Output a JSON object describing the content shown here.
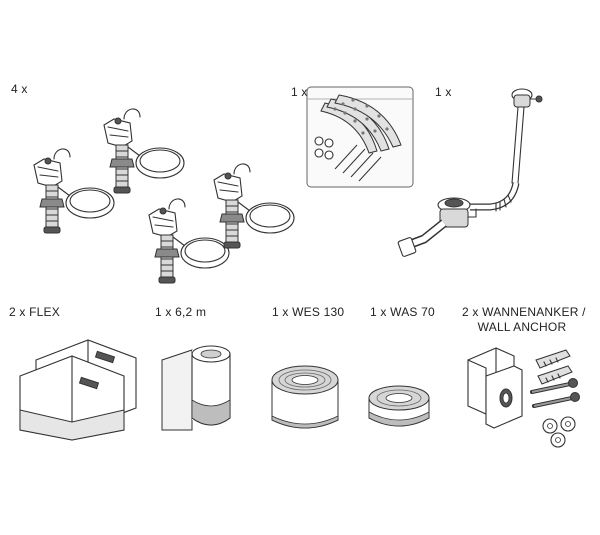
{
  "items": {
    "feet": {
      "qty": "4 x"
    },
    "bag": {
      "qty": "1 x"
    },
    "drain": {
      "qty": "1 x"
    },
    "flex": {
      "label": "2 x FLEX"
    },
    "tape": {
      "label": "1 x 6,2 m"
    },
    "wes": {
      "label": "1 x WES 130"
    },
    "was": {
      "label": "1 x WAS 70"
    },
    "anchor": {
      "label_line1": "2 x WANNENANKER /",
      "label_line2": "WALL ANCHOR"
    }
  },
  "icons": [
    "bathtub-foot-icon",
    "screw-bag-icon",
    "bath-drain-overflow-icon",
    "corner-seal-icon",
    "sealing-tape-roll-icon",
    "wall-seal-roll-icon",
    "wall-anchor-kit-icon"
  ]
}
